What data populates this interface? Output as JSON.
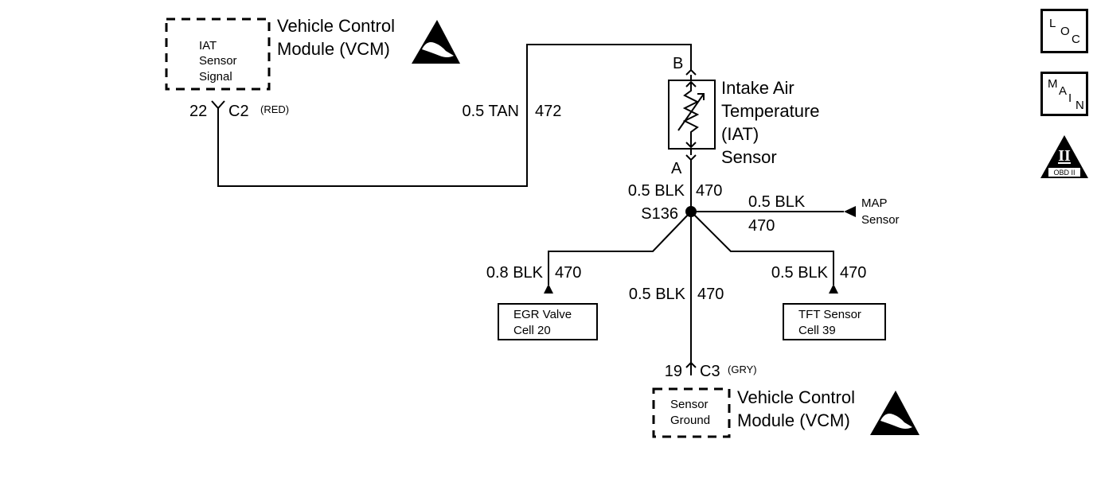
{
  "vcm_top": {
    "box_lines": [
      "IAT",
      "Sensor",
      "Signal"
    ],
    "title_lines": [
      "Vehicle Control",
      "Module (VCM)"
    ],
    "pin": "22",
    "connector": "C2",
    "connector_color": "(RED)"
  },
  "wire_tan": {
    "gauge_color": "0.5 TAN",
    "circuit": "472"
  },
  "iat_sensor": {
    "pin_b": "B",
    "pin_a": "A",
    "title_lines": [
      "Intake Air",
      "Temperature",
      "(IAT)",
      "Sensor"
    ]
  },
  "wire_a_down": {
    "gauge_color": "0.5 BLK",
    "circuit": "470"
  },
  "splice": {
    "label": "S136"
  },
  "wire_map": {
    "gauge_color": "0.5 BLK",
    "circuit": "470",
    "dest_lines": [
      "MAP",
      "Sensor"
    ]
  },
  "wire_egr": {
    "gauge_color": "0.8 BLK",
    "circuit": "470",
    "dest_lines": [
      "EGR Valve",
      "Cell 20"
    ]
  },
  "wire_center": {
    "gauge_color": "0.5 BLK",
    "circuit": "470"
  },
  "wire_tft": {
    "gauge_color": "0.5 BLK",
    "circuit": "470",
    "dest_lines": [
      "TFT Sensor",
      "Cell 39"
    ]
  },
  "vcm_bottom": {
    "box_lines": [
      "Sensor",
      "Ground"
    ],
    "title_lines": [
      "Vehicle Control",
      "Module (VCM)"
    ],
    "pin": "19",
    "connector": "C3",
    "connector_color": "(GRY)"
  },
  "nav": {
    "loc": [
      "L",
      "O",
      "C"
    ],
    "main": [
      "M",
      "A",
      "I",
      "N"
    ],
    "obd_numeral": "II",
    "obd_label": "OBD II"
  }
}
